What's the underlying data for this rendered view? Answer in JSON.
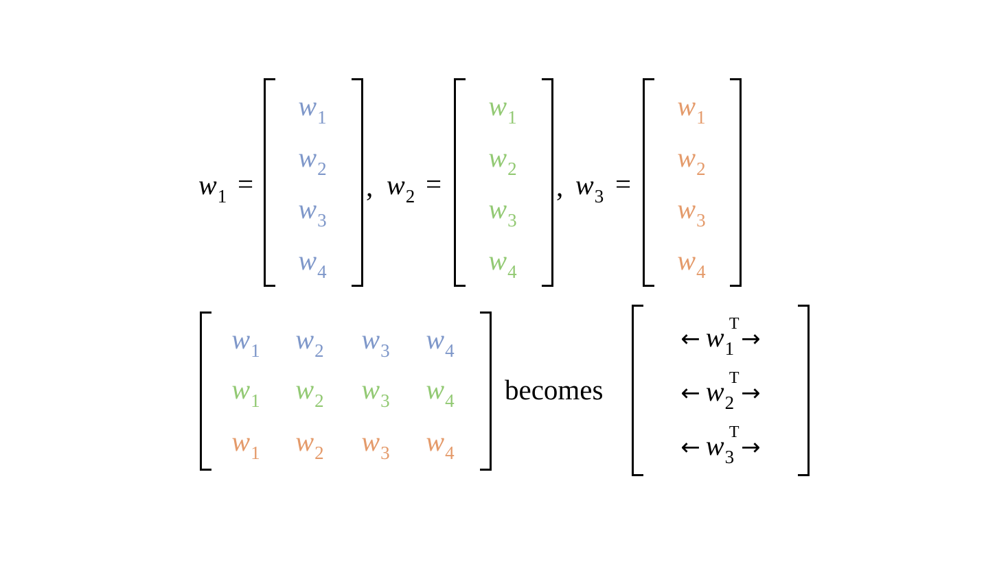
{
  "colors": {
    "blue": "#7e97c9",
    "green": "#92c973",
    "orange": "#e49a6a",
    "black": "#000000"
  },
  "top_row": {
    "comma": ",",
    "equals": "=",
    "vectors": [
      {
        "lhs_var": "w",
        "lhs_sub": "1",
        "color": "blue",
        "entries": [
          {
            "var": "w",
            "sub": "1"
          },
          {
            "var": "w",
            "sub": "2"
          },
          {
            "var": "w",
            "sub": "3"
          },
          {
            "var": "w",
            "sub": "4"
          }
        ]
      },
      {
        "lhs_var": "w",
        "lhs_sub": "2",
        "color": "green",
        "entries": [
          {
            "var": "w",
            "sub": "1"
          },
          {
            "var": "w",
            "sub": "2"
          },
          {
            "var": "w",
            "sub": "3"
          },
          {
            "var": "w",
            "sub": "4"
          }
        ]
      },
      {
        "lhs_var": "w",
        "lhs_sub": "3",
        "color": "orange",
        "entries": [
          {
            "var": "w",
            "sub": "1"
          },
          {
            "var": "w",
            "sub": "2"
          },
          {
            "var": "w",
            "sub": "3"
          },
          {
            "var": "w",
            "sub": "4"
          }
        ]
      }
    ]
  },
  "bottom_row": {
    "matrix": [
      [
        {
          "var": "w",
          "sub": "1"
        },
        {
          "var": "w",
          "sub": "2"
        },
        {
          "var": "w",
          "sub": "3"
        },
        {
          "var": "w",
          "sub": "4"
        }
      ],
      [
        {
          "var": "w",
          "sub": "1"
        },
        {
          "var": "w",
          "sub": "2"
        },
        {
          "var": "w",
          "sub": "3"
        },
        {
          "var": "w",
          "sub": "4"
        }
      ],
      [
        {
          "var": "w",
          "sub": "1"
        },
        {
          "var": "w",
          "sub": "2"
        },
        {
          "var": "w",
          "sub": "3"
        },
        {
          "var": "w",
          "sub": "4"
        }
      ]
    ],
    "connector": "becomes",
    "transposed_rows": [
      {
        "left_arrow": "←",
        "var": "w",
        "sub": "1",
        "sup": "T",
        "right_arrow": "→"
      },
      {
        "left_arrow": "←",
        "var": "w",
        "sub": "2",
        "sup": "T",
        "right_arrow": "→"
      },
      {
        "left_arrow": "←",
        "var": "w",
        "sub": "3",
        "sup": "T",
        "right_arrow": "→"
      }
    ]
  }
}
